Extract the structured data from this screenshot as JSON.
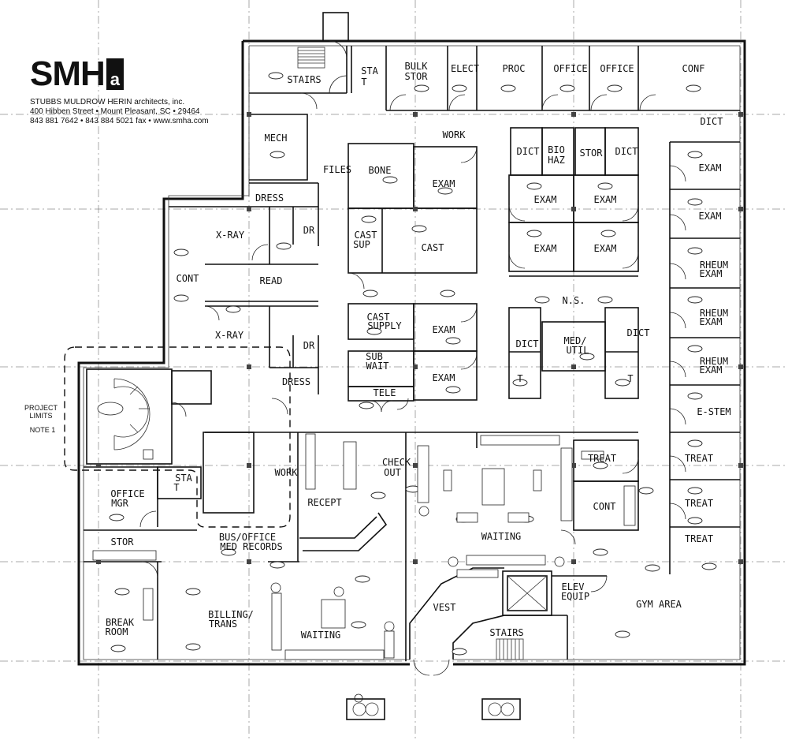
{
  "logo": {
    "mark": "SMH",
    "mark_suffix": "a",
    "firm": "STUBBS MULDROW HERIN architects, inc.",
    "address": "400 Hibben Street • Mount Pleasant, SC • 29464",
    "contact": "843 881 7642  • 843 884 5021 fax  • www.smha.com"
  },
  "project_limits": {
    "line1": "PROJECT",
    "line2": "LIMITS",
    "note": "NOTE 1"
  },
  "rooms": {
    "stairs_top": "STAIRS",
    "stat_top_1": "STA",
    "stat_top_2": "T",
    "bulk_1": "BULK",
    "bulk_2": "STOR",
    "elect": "ELECT",
    "proc": "PROC",
    "office_1": "OFFICE",
    "office_2": "OFFICE",
    "conf": "CONF",
    "dict_right": "DICT",
    "mech": "MECH",
    "work_top": "WORK",
    "files": "FILES",
    "bone": "BONE",
    "exam_bone": "EXAM",
    "dict_mid": "DICT",
    "bio_1": "BIO",
    "bio_2": "HAZ",
    "stor_mid": "STOR",
    "dict_mid2": "DICT",
    "exam_r1": "EXAM",
    "dress_top": "DRESS",
    "exam_m1": "EXAM",
    "exam_m2": "EXAM",
    "exam_r2": "EXAM",
    "xray_1": "X-RAY",
    "dr_1": "DR",
    "cast_sup_1": "CAST",
    "cast_sup_2": "SUP",
    "cast": "CAST",
    "exam_m3": "EXAM",
    "exam_m4": "EXAM",
    "rheum_1a": "RHEUM",
    "rheum_1b": "EXAM",
    "cont_left": "CONT",
    "read": "READ",
    "ns": "N.S.",
    "rheum_2a": "RHEUM",
    "rheum_2b": "EXAM",
    "cast_supply_1": "CAST",
    "cast_supply_2": "SUPPLY",
    "exam_cs": "EXAM",
    "xray_2": "X-RAY",
    "dict_l": "DICT",
    "med_1": "MED/",
    "med_2": "UTIL",
    "dict_r": "DICT",
    "dr_2": "DR",
    "rheum_3a": "RHEUM",
    "rheum_3b": "EXAM",
    "sub_1": "SUB",
    "sub_2": "WAIT",
    "exam_sw": "EXAM",
    "t_l": "T",
    "t_r": "T",
    "dress_low": "DRESS",
    "tele": "TELE",
    "estem": "E-STEM",
    "treat_1": "TREAT",
    "treat_2": "TREAT",
    "treat_3": "TREAT",
    "treat_4": "TREAT",
    "check_1": "CHECK",
    "check_2": "OUT",
    "work_low": "WORK",
    "office_mgr_1": "OFFICE",
    "office_mgr_2": "MGR",
    "stat_low_1": "STA",
    "stat_low_2": "T",
    "recept": "RECEPT",
    "cont_right": "CONT",
    "stor_low": "STOR",
    "bus_1": "BUS/OFFICE",
    "bus_2": "MED RECORDS",
    "waiting_main": "WAITING",
    "elev_1": "ELEV",
    "elev_2": "EQUIP",
    "gym": "GYM AREA",
    "break_1": "BREAK",
    "break_2": "ROOM",
    "billing_1": "BILLING/",
    "billing_2": "TRANS",
    "vest": "VEST",
    "stairs_low": "STAIRS",
    "waiting_low": "WAITING"
  }
}
